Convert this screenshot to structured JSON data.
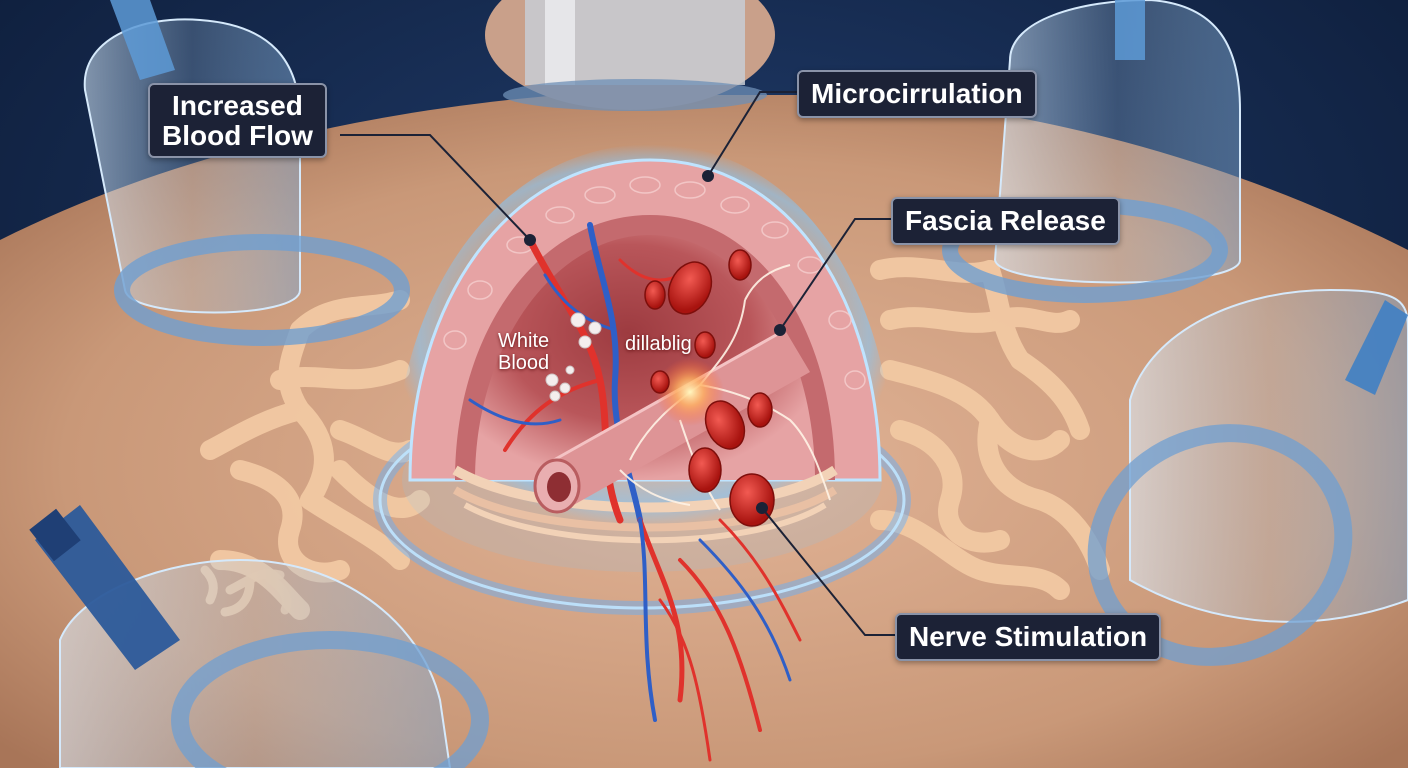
{
  "labels": {
    "increased_line1": "Increased",
    "increased_line2": "Blood Flow",
    "microcirculation": "Microcirrulation",
    "fascia": "Fascia Release",
    "nerve": "Nerve Stimulation",
    "white_line1": "White",
    "white_line2": "Blood",
    "dilating": "dillablig"
  },
  "colors": {
    "background": "#0d1e3a",
    "skin": "#d7a98b",
    "dome_glow": "#7fc8ff",
    "tissue": "#d97f86",
    "artery": "#e0322c",
    "vein": "#2f5fc7",
    "fascia": "#f2c9a3",
    "cup": "#b9d8f2",
    "label_bg": "#1c2236"
  }
}
